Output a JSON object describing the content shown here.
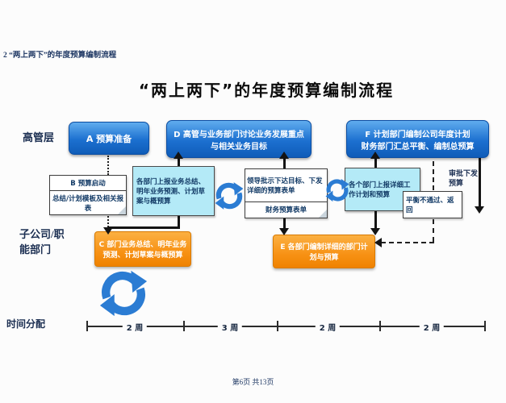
{
  "page": {
    "header": "2 “两上两下”的年度预算编制流程",
    "title": "“两上两下”的年度预算编制流程",
    "footer": "第6页 共13页"
  },
  "lanes": {
    "executives": "高管层",
    "subsidiaries": "子公司/职能部门",
    "time": "时间分配"
  },
  "flow": {
    "box_a": "A 预算准备",
    "box_d": "D 高管与业务部门讨论业务发展重点与相关业务目标",
    "box_f_line1": "F 计划部门编制公司年度计划",
    "box_f_line2": "财务部门汇总平衡、编制总预算",
    "doc_b_title": "B 预算启动",
    "doc_b_body": "总结/计划模板及相关报表",
    "note_submit1": "各部门上报业务总结、明年业务预测、计划草案与概预算",
    "doc_leader_top": "领导批示下达目标、下发详细的预算表单",
    "doc_leader_bottom": "财务预算表单",
    "note_submit2": "各个部门上报详细工作计划和预算",
    "note_balance": "平衡不通过、返回",
    "note_approve": "审批下发预算",
    "box_c": "C 部门业务总结、明年业务预测、计划草案与概预算",
    "box_e": "E 各部门编制详细的部门计划与预算"
  },
  "timeline": {
    "segments": [
      "2 周",
      "3 周",
      "2 周",
      "2 周"
    ]
  },
  "colors": {
    "blue_box": "#1c70d0",
    "cyan_box": "#b4eaf7",
    "orange_box": "#f79114",
    "cycle_arrow": "#2b7cd3",
    "text_navy": "#1c2f52"
  }
}
